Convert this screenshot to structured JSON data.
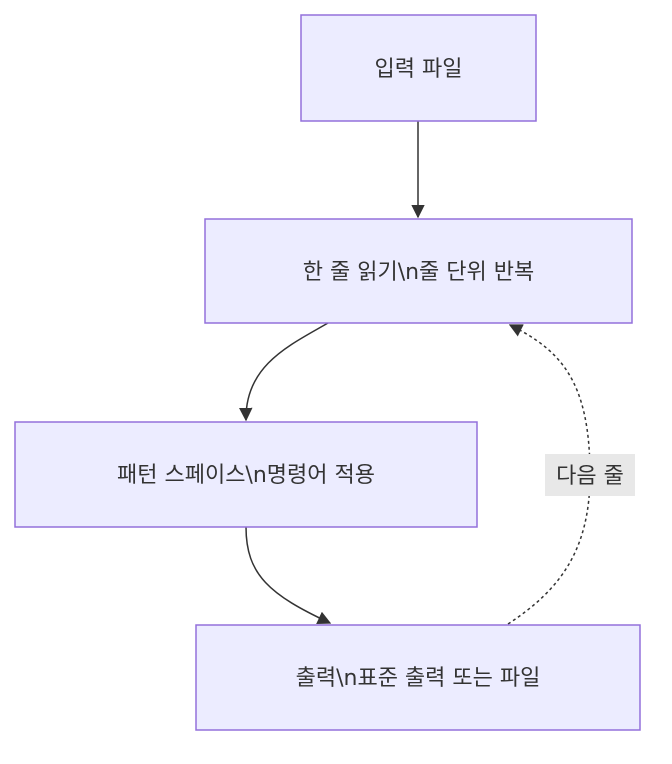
{
  "nodes": {
    "input_file": {
      "label": "입력 파일"
    },
    "read_line": {
      "label": "한 줄 읽기\\n줄 단위 반복"
    },
    "apply_commands": {
      "label": "패턴 스페이스\\n명령어 적용"
    },
    "output": {
      "label": "출력\\n표준 출력 또는 파일"
    }
  },
  "edges": {
    "next_line": {
      "label": "다음 줄"
    }
  },
  "colors": {
    "node_fill": "#ECECFF",
    "node_stroke": "#9370DB",
    "edge": "#333333",
    "edge_label_bg": "#E8E8E8"
  }
}
